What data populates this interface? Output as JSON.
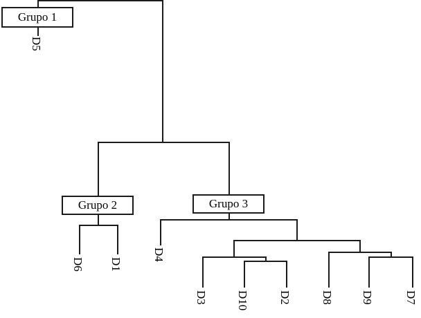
{
  "diagram": {
    "type": "dendrogram",
    "groups": {
      "g1": "Grupo 1",
      "g2": "Grupo 2",
      "g3": "Grupo 3"
    },
    "leaves": {
      "d5": "D5",
      "d6": "D6",
      "d1": "D1",
      "d4": "D4",
      "d3": "D3",
      "d10": "D10",
      "d2": "D2",
      "d8": "D8",
      "d9": "D9",
      "d7": "D7"
    },
    "hierarchy": {
      "root_children": [
        {
          "group": "Grupo 1",
          "structure": "(D5)"
        },
        {
          "children": [
            {
              "group": "Grupo 2",
              "structure": "(D6, D1)"
            },
            {
              "group": "Grupo 3",
              "structure": "(D4, ((D3, (D10, D2)), (D8, (D9, D7))))"
            }
          ]
        }
      ]
    },
    "colors": {
      "line": "#1b1b1b",
      "background": "#ffffff"
    }
  }
}
